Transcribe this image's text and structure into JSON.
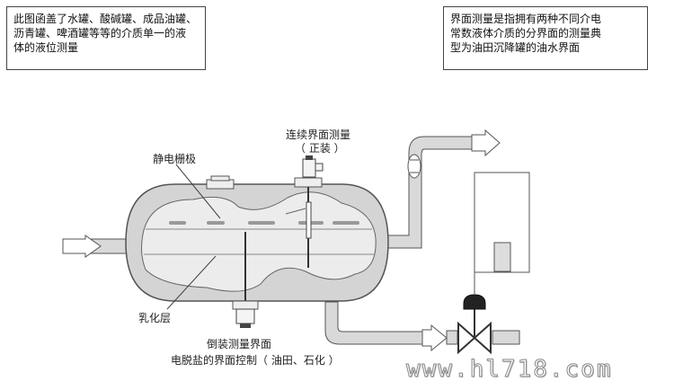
{
  "notes": {
    "left_lines": [
      "此图函盖了水罐、酸碱罐、成品油罐、",
      "沥青罐、啤酒罐等等的介质单一的液",
      "体的液位测量"
    ],
    "right_lines": [
      "界面测量是指拥有两种不同介电",
      "常数液体介质的分界面的测量典",
      "型为油田沉降罐的油水界面"
    ]
  },
  "labels": {
    "continuous_line1": "连续界面测量",
    "continuous_line2": "（ 正装 ）",
    "static_grid": "静电栅极",
    "emulsion": "乳化层",
    "inverted": "倒装测量界面",
    "desalting": "电脱盐的界面控制（ 油田、石化 ）"
  },
  "watermark": "www.hl718.com",
  "colors": {
    "vessel_fill": "#d4d4d4",
    "vessel_stroke": "#555555",
    "pipe_fill": "#d9d9d9",
    "inner_fill": "#ececec",
    "grid_dash": "#999999"
  }
}
